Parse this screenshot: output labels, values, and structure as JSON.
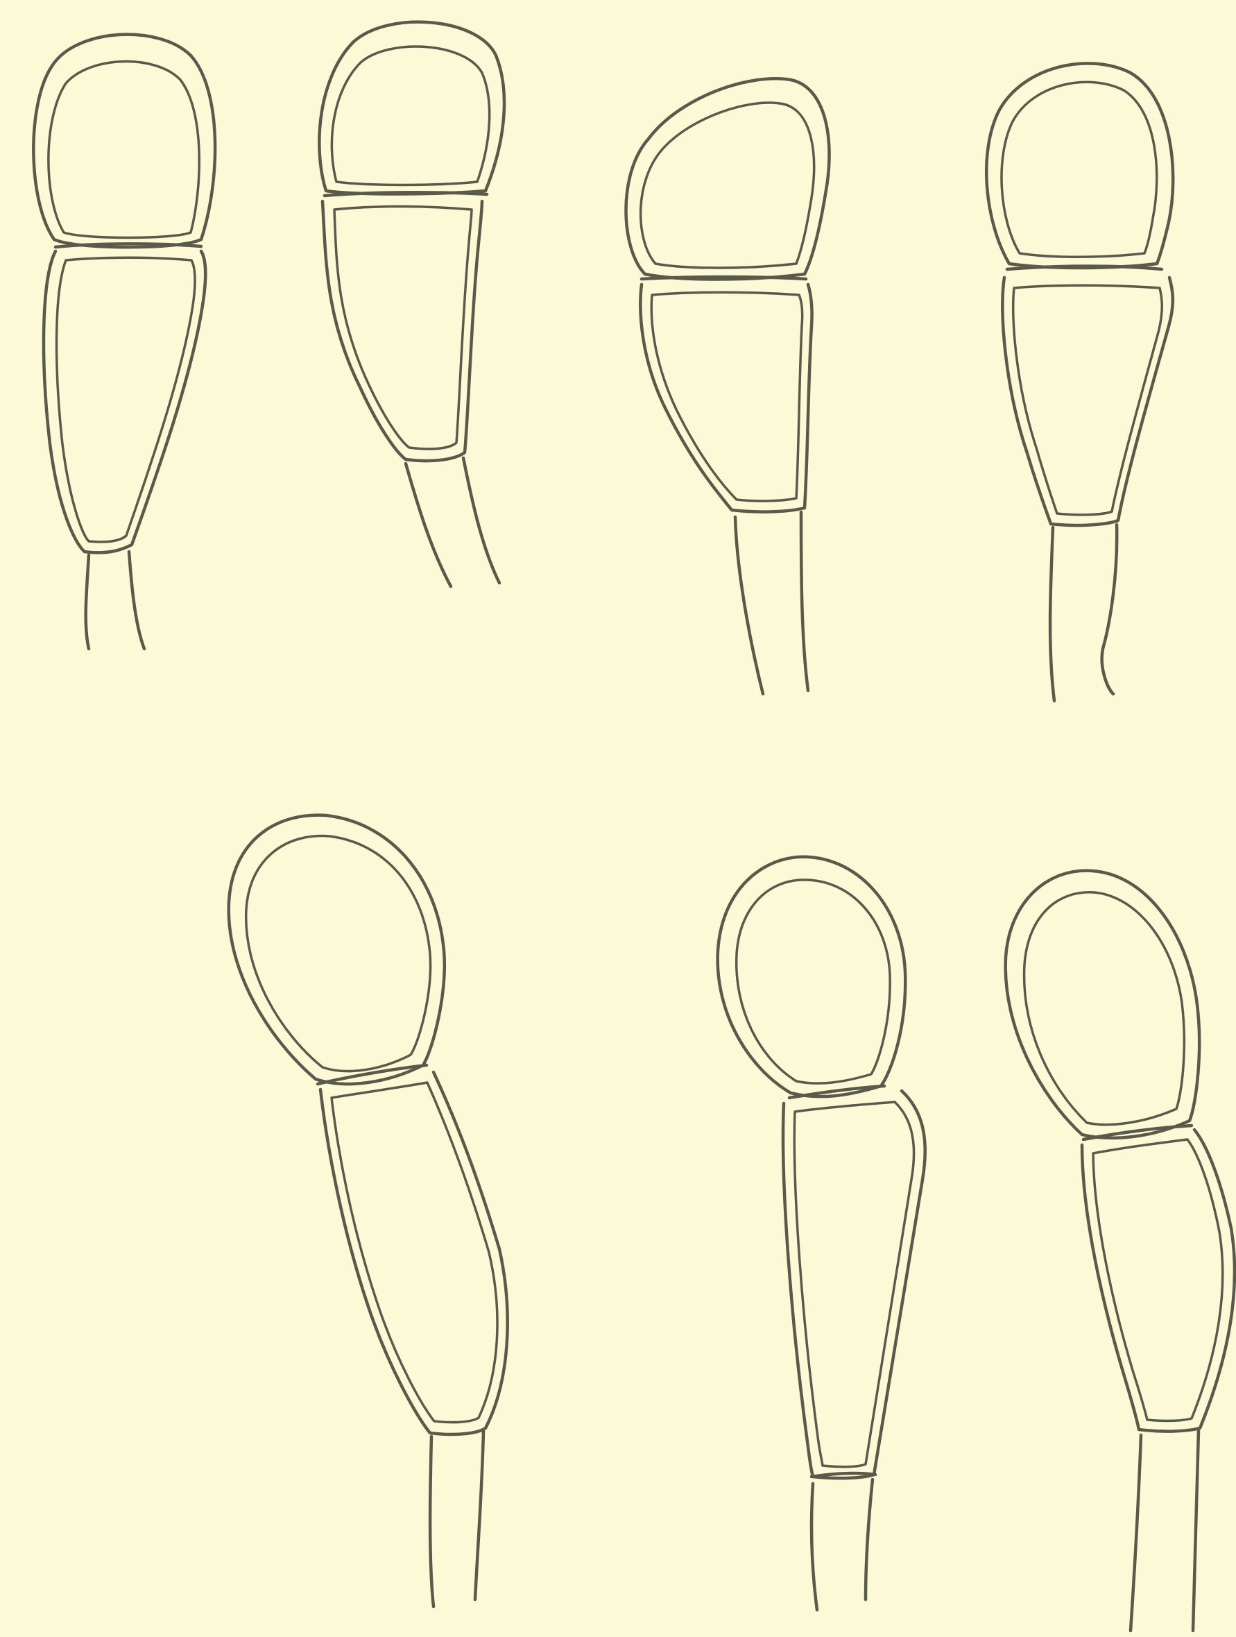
{
  "plate": {
    "background": "#fcf9d6",
    "ink_color": "#5a5a4a",
    "figures": [
      {
        "name": "spore-1",
        "cells": 2,
        "has_pedicel": true
      },
      {
        "name": "spore-2",
        "cells": 2,
        "has_pedicel": true
      },
      {
        "name": "spore-3",
        "cells": 2,
        "has_pedicel": true
      },
      {
        "name": "spore-4",
        "cells": 2,
        "has_pedicel": true
      },
      {
        "name": "spore-5",
        "cells": 2,
        "has_pedicel": true
      },
      {
        "name": "spore-6",
        "cells": 2,
        "has_pedicel": true
      },
      {
        "name": "spore-7",
        "cells": 2,
        "has_pedicel": true
      }
    ]
  }
}
